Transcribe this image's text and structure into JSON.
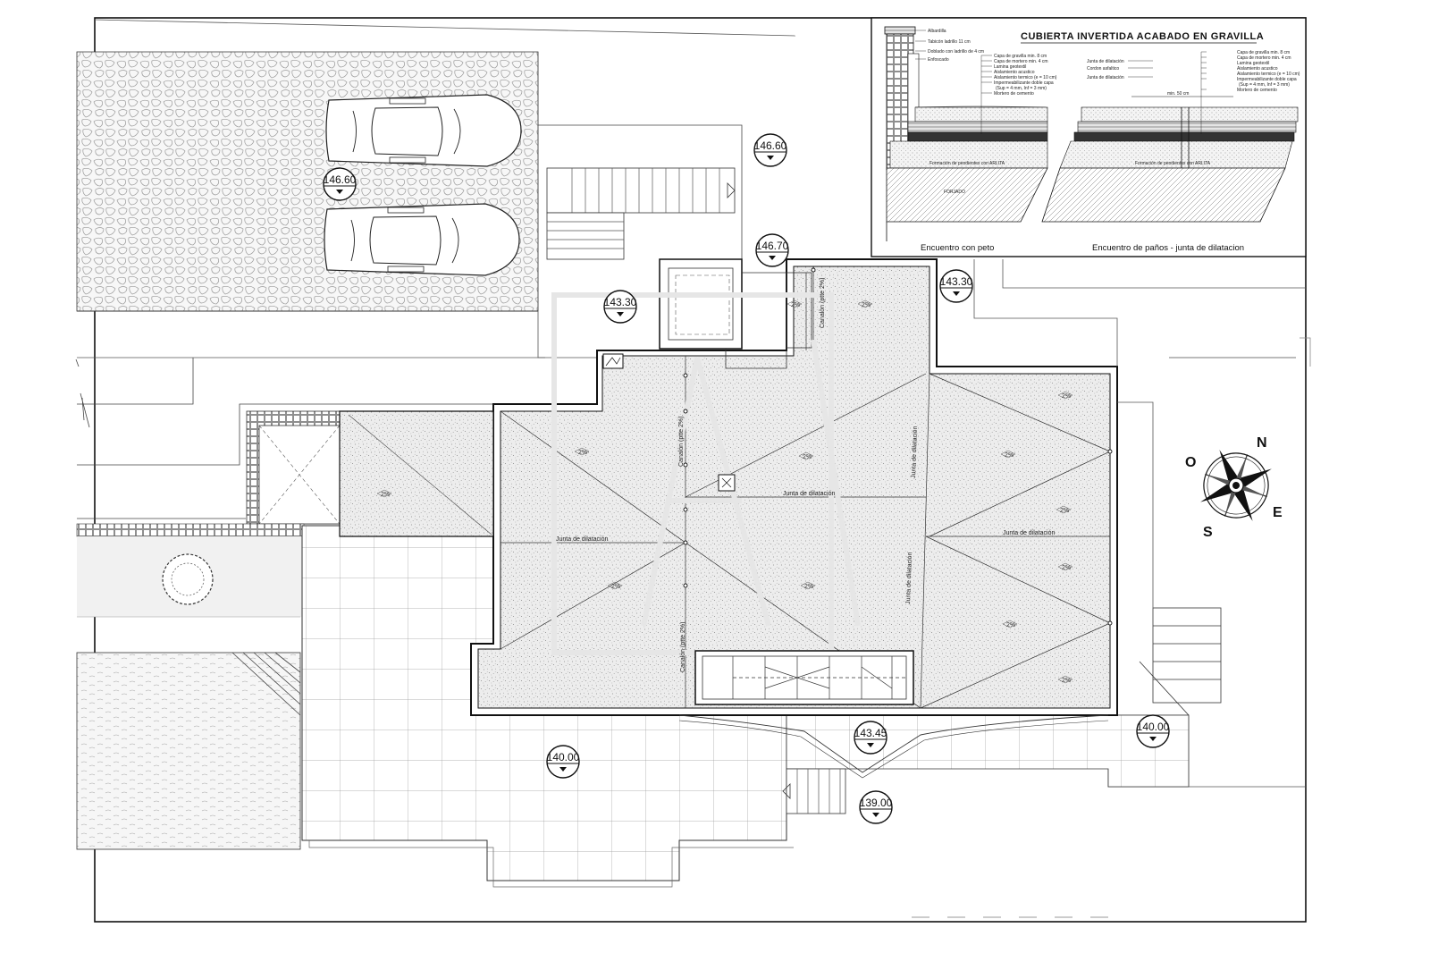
{
  "detail": {
    "title": "CUBIERTA INVERTIDA ACABADO EN GRAVILLA",
    "caption_left": "Encuentro con peto",
    "caption_right": "Encuentro de paños - junta de dilatacion",
    "forjado_label": "FORJADO",
    "notes_left": [
      "Albardilla",
      "Tabicón ladrillo 11 cm",
      "Doblado con ladrillo de 4 cm",
      "Enfoscado",
      "Capa de gravilla min. 8 cm",
      "Capa de mortero min. 4 cm",
      "Lamina geotextil",
      "Aislamiento acustico",
      "Aislamiento termico (e = 10 cm)",
      "Impermeabilizante doble capa",
      "(Sup = 4 mm, Inf = 3 mm)",
      "Mortero de cemento"
    ],
    "notes_right_a": [
      "Junta de dilatación",
      "Cordon asfaltico",
      "Junta de dilatación"
    ],
    "notes_right_b": [
      "Capa de gravilla min. 8 cm",
      "Capa de mortero min. 4 cm",
      "Lamina geotextil",
      "Aislamiento acustico",
      "Aislamiento termico (e = 10 cm)",
      "Impermeabilizante doble capa",
      "(Sup = 4 mm, Inf = 3 mm)",
      "Mortero de cemento"
    ],
    "dim_label": "min. 50 cm",
    "formation_left": "Formación de pendientes con ARLITA",
    "formation_right": "Formación de pendientes con ARLITA"
  },
  "levels": [
    "146.60",
    "146.60",
    "146.70",
    "143.30",
    "143.30",
    "143.45",
    "140.00",
    "140.00",
    "139.00"
  ],
  "roof_labels": {
    "junta": [
      "Junta de dilatación",
      "Junta de dilatación",
      "Junta de dilatación",
      "Junta de dilatación",
      "Junta de dilatación"
    ],
    "canalon": [
      "Canalón (ptte 2%)",
      "Canalón (ptte 2%)",
      "Canalón (ptte 2%)"
    ],
    "slope": "2%"
  },
  "compass": {
    "N": "N",
    "E": "E",
    "S": "S",
    "O": "O"
  }
}
